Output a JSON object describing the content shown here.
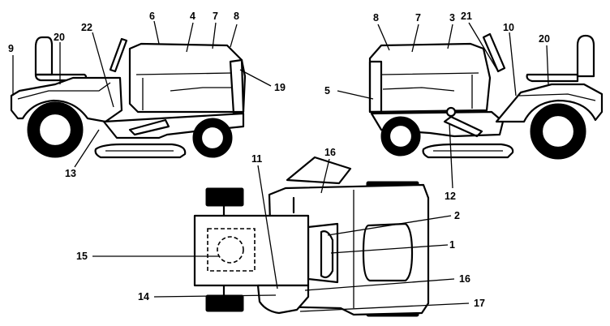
{
  "callouts": {
    "left_tractor": {
      "n9": "9",
      "n20": "20",
      "n22": "22",
      "n6": "6",
      "n4": "4",
      "n7": "7",
      "n8": "8",
      "n19": "19",
      "n13": "13"
    },
    "right_tractor": {
      "n8": "8",
      "n7": "7",
      "n3": "3",
      "n21": "21",
      "n10": "10",
      "n20": "20",
      "n5": "5",
      "n12": "12"
    },
    "top_view": {
      "n16_top": "16",
      "n11": "11",
      "n2": "2",
      "n1": "1",
      "n15": "15",
      "n14": "14",
      "n16_bottom": "16",
      "n17": "17"
    }
  }
}
